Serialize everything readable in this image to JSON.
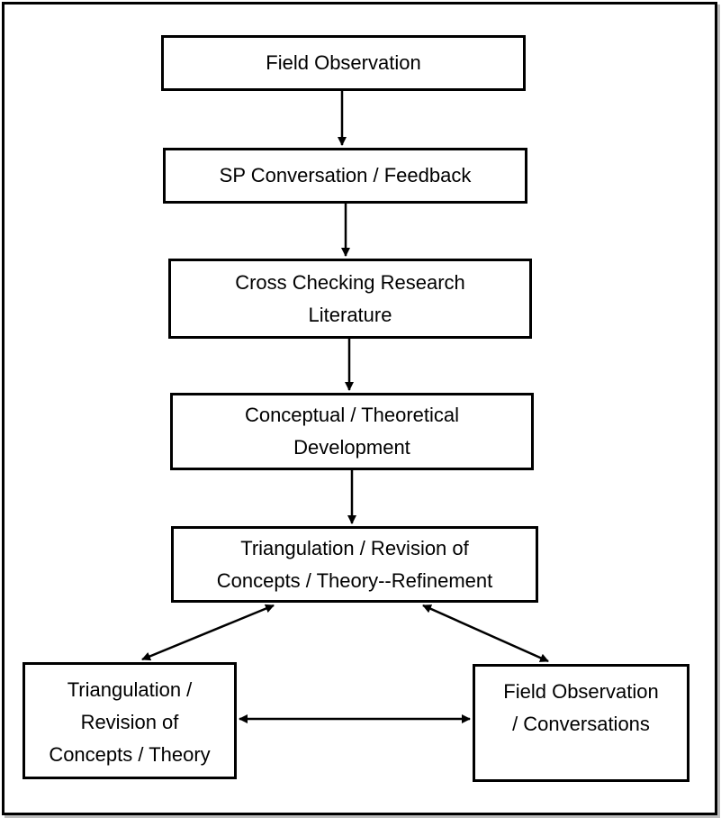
{
  "diagram": {
    "nodes": [
      {
        "id": "field-observation",
        "label": "Field Observation"
      },
      {
        "id": "sp-conversation",
        "label": "SP Conversation / Feedback"
      },
      {
        "id": "cross-checking",
        "label": "Cross Checking Research\nLiterature"
      },
      {
        "id": "conceptual-development",
        "label": "Conceptual / Theoretical\nDevelopment"
      },
      {
        "id": "triangulation-refinement",
        "label": "Triangulation / Revision of\nConcepts / Theory--Refinement"
      },
      {
        "id": "triangulation-revision",
        "label": "Triangulation /\nRevision of\nConcepts / Theory"
      },
      {
        "id": "field-observation-conversations",
        "label": "Field Observation\n/ Conversations"
      }
    ],
    "edges": [
      {
        "from": "field-observation",
        "to": "sp-conversation",
        "direction": "forward"
      },
      {
        "from": "sp-conversation",
        "to": "cross-checking",
        "direction": "forward"
      },
      {
        "from": "cross-checking",
        "to": "conceptual-development",
        "direction": "forward"
      },
      {
        "from": "conceptual-development",
        "to": "triangulation-refinement",
        "direction": "forward"
      },
      {
        "from": "triangulation-refinement",
        "to": "triangulation-revision",
        "direction": "both"
      },
      {
        "from": "triangulation-refinement",
        "to": "field-observation-conversations",
        "direction": "both"
      },
      {
        "from": "triangulation-revision",
        "to": "field-observation-conversations",
        "direction": "both"
      }
    ]
  }
}
